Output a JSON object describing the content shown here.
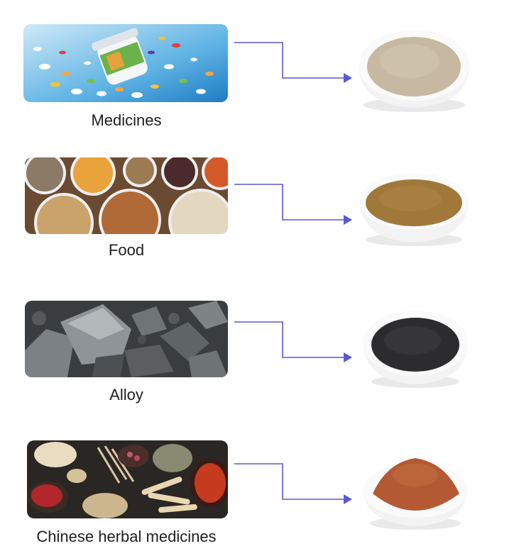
{
  "diagram": {
    "arrow_color": "#5b57d6",
    "rows": [
      {
        "label": "Medicines",
        "source_image": "pills-and-capsules-photo",
        "powder_color": "#c7b9a1",
        "powder_image": "beige-powder-bowl"
      },
      {
        "label": "Food",
        "source_image": "grains-and-seeds-bowls-photo",
        "powder_color": "#a0783a",
        "powder_image": "brown-powder-bowl"
      },
      {
        "label": "Alloy",
        "source_image": "metal-ore-rocks-photo",
        "powder_color": "#2c2c2e",
        "powder_image": "black-powder-bowl"
      },
      {
        "label": "Chinese herbal medicines",
        "source_image": "dried-herbs-photo",
        "powder_color": "#b35a35",
        "powder_image": "reddish-brown-powder-bowl"
      }
    ]
  }
}
